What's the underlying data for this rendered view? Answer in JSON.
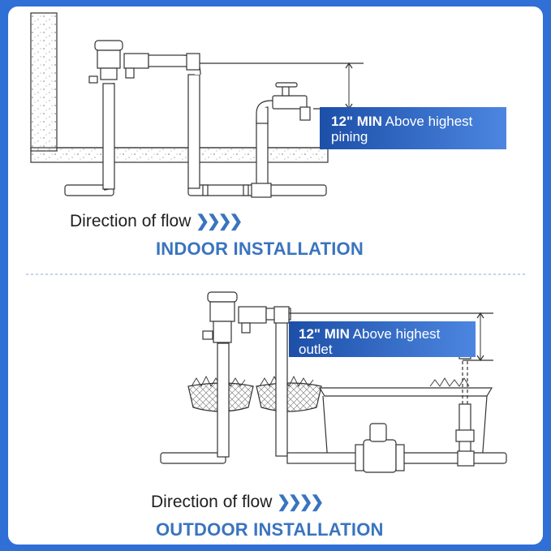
{
  "indoor": {
    "title": "INDOOR INSTALLATION",
    "flow_label": "Direction of flow",
    "callout_strong": "12\" MIN",
    "callout_text": "Above highest pining"
  },
  "outdoor": {
    "title": "OUTDOOR INSTALLATION",
    "flow_label": "Direction of flow",
    "callout_strong": "12\" MIN",
    "callout_text": "Above highest outlet"
  },
  "colors": {
    "background": "#2f6fd6",
    "title_blue": "#3a74bf",
    "callout_dark": "#1c4fa8",
    "callout_light": "#4c86e0"
  },
  "icons": {
    "flow_arrow": "chevron-right-icon"
  }
}
